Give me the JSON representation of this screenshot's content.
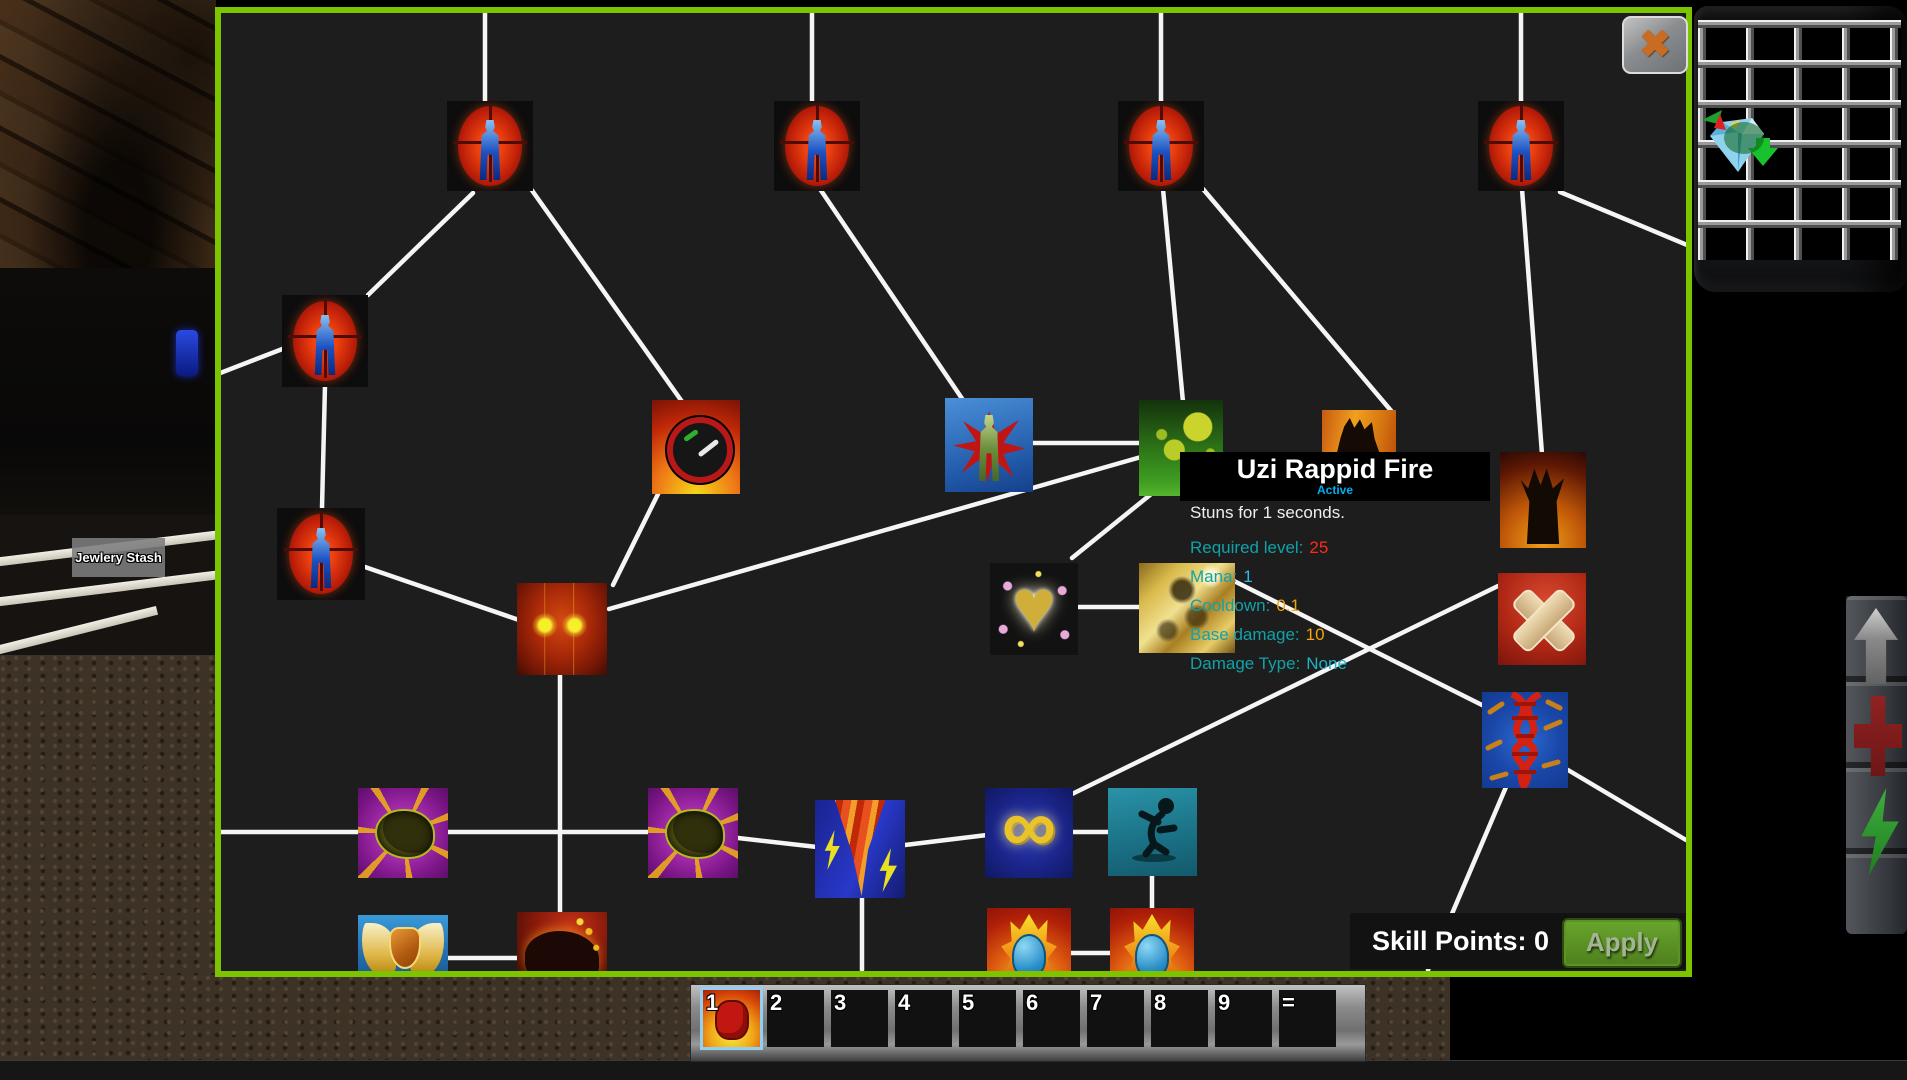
{
  "skill_panel": {
    "border_color": "#7CC400",
    "background_color": "#1E1E1E",
    "close_button_icon": "✖",
    "tooltip": {
      "title": "Uzi Rappid Fire",
      "type_label": "Active",
      "type_color": "#00AEEF",
      "description": "Stuns for 1 seconds.",
      "label_color": "#10A2A8",
      "stats": [
        {
          "label": "Required level:",
          "value": "25",
          "value_color": "#FF2A1A"
        },
        {
          "label": "Mana:",
          "value": "1",
          "value_color": "#2FB9EA"
        },
        {
          "label": "Cooldown:",
          "value": "0.1",
          "value_color": "#F2A40A"
        },
        {
          "label": "Base damage:",
          "value": "10",
          "value_color": "#F2A40A"
        },
        {
          "label": "Damage Type:",
          "value": "None",
          "value_color": "#1FB2C6"
        }
      ]
    },
    "footer": {
      "skill_points_label": "Skill Points:",
      "skill_points_value": "0",
      "apply_label": "Apply",
      "apply_color": "#5B9322"
    },
    "skills": [
      {
        "id": "body-target-1",
        "icon": "crosshair-body-icon"
      },
      {
        "id": "body-target-2",
        "icon": "crosshair-body-icon"
      },
      {
        "id": "body-target-3",
        "icon": "crosshair-body-icon"
      },
      {
        "id": "body-target-4",
        "icon": "crosshair-body-icon"
      },
      {
        "id": "body-target-5",
        "icon": "crosshair-body-icon"
      },
      {
        "id": "body-target-6",
        "icon": "crosshair-body-icon"
      },
      {
        "id": "speed-gauge",
        "icon": "flaming-speedometer-icon"
      },
      {
        "id": "wounded-man",
        "icon": "bleeding-figure-icon"
      },
      {
        "id": "acid-splat",
        "icon": "green-splat-icon"
      },
      {
        "id": "uzi-rappid-fire",
        "icon": "gunner-silhouette-icon"
      },
      {
        "id": "fire-demon",
        "icon": "fire-demon-icon"
      },
      {
        "id": "demon-face",
        "icon": "glowing-eyes-face-icon"
      },
      {
        "id": "golden-heart",
        "icon": "golden-heart-icon"
      },
      {
        "id": "golden-figure",
        "icon": "golden-figure-icon"
      },
      {
        "id": "bandage",
        "icon": "crossed-bandaid-icon"
      },
      {
        "id": "dna",
        "icon": "dna-helix-icon"
      },
      {
        "id": "brain-1",
        "icon": "radiant-brain-icon"
      },
      {
        "id": "brain-2",
        "icon": "radiant-brain-icon"
      },
      {
        "id": "lightning-tornado",
        "icon": "tornado-lightning-icon"
      },
      {
        "id": "infinity",
        "icon": "infinity-icon"
      },
      {
        "id": "trip-fall",
        "icon": "falling-figure-icon"
      },
      {
        "id": "burning-man-1",
        "icon": "burning-figure-icon"
      },
      {
        "id": "burning-man-2",
        "icon": "burning-figure-icon"
      },
      {
        "id": "winged-shield",
        "icon": "winged-shield-icon"
      },
      {
        "id": "dark-beast",
        "icon": "dark-beast-icon"
      }
    ]
  },
  "hotbar": {
    "slots": [
      {
        "key": "1",
        "item": "fire-fist-skill",
        "selected": true
      },
      {
        "key": "2"
      },
      {
        "key": "3"
      },
      {
        "key": "4"
      },
      {
        "key": "5"
      },
      {
        "key": "6"
      },
      {
        "key": "7"
      },
      {
        "key": "8"
      },
      {
        "key": "9"
      },
      {
        "key": "="
      }
    ]
  },
  "world": {
    "stash_label": "Jewlery Stash"
  },
  "inventory_panel": {
    "item": "gem-with-arrows"
  },
  "side_buttons": [
    {
      "icon": "up-arrow-icon"
    },
    {
      "icon": "red-cross-icon"
    },
    {
      "icon": "green-lightning-icon"
    }
  ]
}
